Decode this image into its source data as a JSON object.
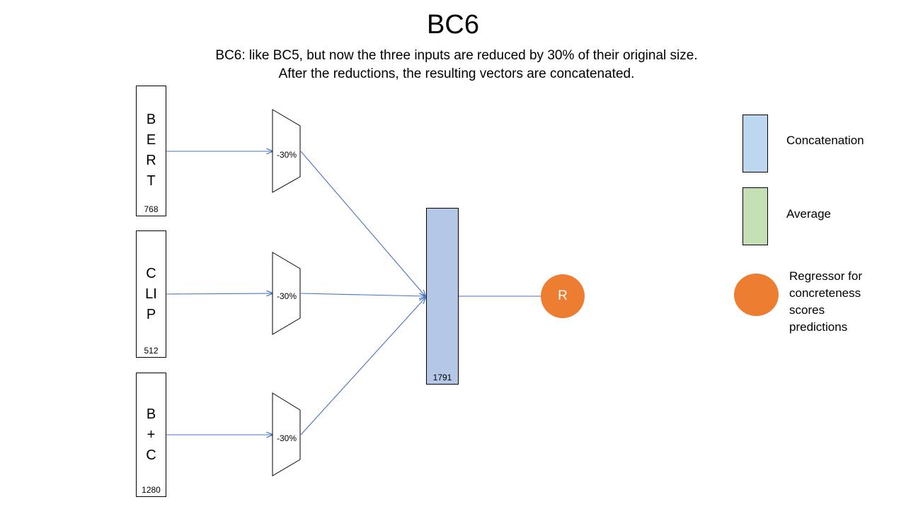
{
  "title": "BC6",
  "subtitle": [
    "BC6: like BC5, but now the three inputs are reduced by 30% of their original size.",
    "After the reductions, the resulting vectors are concatenated."
  ],
  "inputs": [
    {
      "letters": [
        "B",
        "E",
        "R",
        "T"
      ],
      "dim": "768"
    },
    {
      "letters": [
        "C",
        "LI",
        "P"
      ],
      "dim": "512"
    },
    {
      "letters": [
        "B",
        "+",
        "C"
      ],
      "dim": "1280"
    }
  ],
  "reducers": [
    "-30%",
    "-30%",
    "-30%"
  ],
  "concat": {
    "dim": "1791"
  },
  "regressor": {
    "label": "R"
  },
  "legend": {
    "concatenation": "Concatenation",
    "average": "Average",
    "regressor": [
      "Regressor for",
      "concreteness",
      "scores",
      "predictions"
    ]
  },
  "colors": {
    "concat_fill": "#b4c7e7",
    "legend_concat": "#bdd7ee",
    "legend_average": "#c5e0b4",
    "regressor": "#ed7d31",
    "arrow": "#4472c4"
  }
}
